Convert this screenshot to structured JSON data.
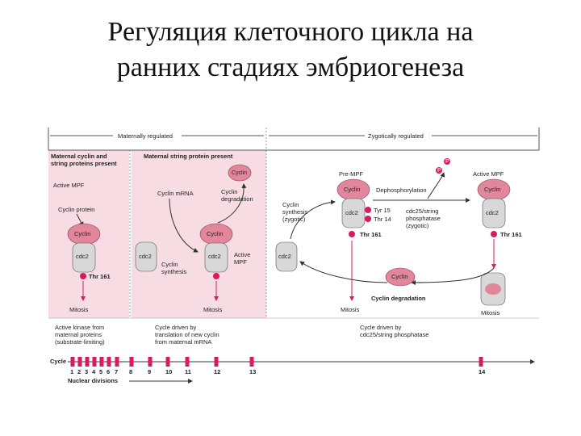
{
  "title": {
    "line1": "Регуляция клеточного цикла на",
    "line2": "ранних стадиях эмбриогенеза"
  },
  "colors": {
    "pink_panel": "#f7dce3",
    "cyclin": "#e2879b",
    "cdc2": "#d8d8d8",
    "marker": "#d81b60",
    "text": "#222222"
  },
  "diagram": {
    "header_left": "Maternally regulated",
    "header_right": "Zygotically regulated",
    "section1_heading": "Maternal cyclin and string proteins present",
    "section2_heading": "Maternal string protein present",
    "active_mpf_1": "Active MPF",
    "cyclin_protein": "Cyclin protein",
    "cyclin": "Cyclin",
    "cdc2": "cdc2",
    "thr161": "Thr 161",
    "p": "P",
    "mitosis": "Mitosis",
    "cyclin_mrna": "Cyclin mRNA",
    "cyclin_degradation_small": "Cyclin degradation",
    "cyclin_synthesis": "Cyclin synthesis",
    "active_mpf_2": "Active MPF",
    "pre_mpf": "Pre-MPF",
    "dephosphorylation": "Dephosphorylation",
    "active_mpf_3": "Active MPF",
    "cyclin_synthesis_zygotic": "Cyclin synthesis (zygotic)",
    "tyr15": "Tyr 15",
    "thr14": "Thr 14",
    "cdc25": "cdc25/string phosphatase (zygotic)",
    "cyclin_degradation": "Cyclin degradation",
    "bottom_1": "Active kinase from maternal proteins (substrate-limiting)",
    "bottom_2": "Cycle driven by translation of new cyclin from maternal mRNA",
    "bottom_3": "Cycle driven by cdc25/string phosphatase",
    "cycle_label": "Cycle",
    "nuclear_divisions": "Nuclear divisions",
    "ticks": [
      "1",
      "2",
      "3",
      "4",
      "5",
      "6",
      "7",
      "8",
      "9",
      "10",
      "11",
      "12",
      "13",
      "14"
    ]
  }
}
